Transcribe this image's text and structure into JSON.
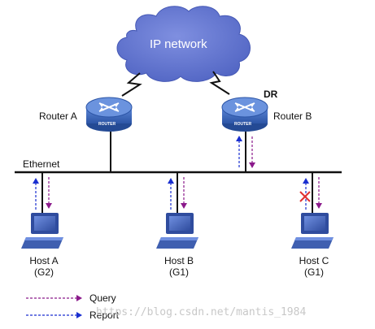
{
  "cloud": {
    "label": "IP network"
  },
  "routers": [
    {
      "name": "Router A",
      "badge": "ROUTER"
    },
    {
      "name": "Router B",
      "badge": "ROUTER",
      "role": "DR"
    }
  ],
  "network": {
    "label": "Ethernet"
  },
  "hosts": [
    {
      "name": "Host A",
      "group": "(G2)"
    },
    {
      "name": "Host B",
      "group": "(G1)"
    },
    {
      "name": "Host C",
      "group": "(G1)"
    }
  ],
  "legend": {
    "query": "Query",
    "report": "Report"
  },
  "watermark": "https://blog.csdn.net/mantis_1984",
  "colors": {
    "cloud": "#5b6fc9",
    "router": "#3a66b8",
    "host": "#3f5fb0",
    "query": "#8b1a8b",
    "report": "#1a2fd0",
    "blocked": "#e03030"
  }
}
